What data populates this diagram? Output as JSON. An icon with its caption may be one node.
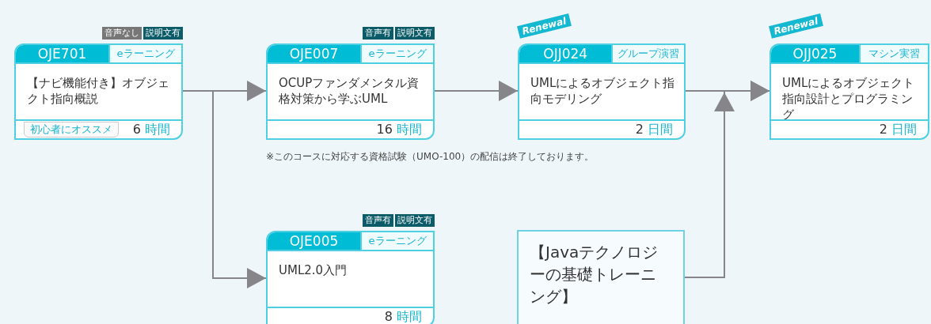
{
  "diagram": {
    "nodes": [
      {
        "text": [
          "OJE701",
          "eラーニング",
          "【ナビ機能付き】オブジェクト指向概説",
          "6時間",
          "初心者にオススメ"
        ],
        "beside": [
          "音声なし",
          "説明文有"
        ]
      },
      {
        "text": [
          "OJE007",
          "eラーニング",
          "OCUPファンダメンタル資格対策から学ぶUML",
          "16時間"
        ],
        "beside": [
          "音声有",
          "説明文有"
        ]
      },
      {
        "text": [
          "OJJ024",
          "グループ演習",
          "UMLによるオブジェクト指向モデリング",
          "2日間"
        ],
        "beside": [
          "Renewal"
        ]
      },
      {
        "text": [
          "OJJ025",
          "マシン実習",
          "UMLによるオブジェクト指向設計とプログラミング",
          "2日間"
        ],
        "beside": [
          "Renewal"
        ]
      },
      {
        "text": [
          "OJE005",
          "eラーニング",
          "UML2.0入門",
          "8時間"
        ],
        "beside": [
          "音声有",
          "説明文有"
        ]
      },
      {
        "text": [
          "【Javaテクノロジーの基礎トレーニング】"
        ]
      }
    ],
    "edges": [
      {
        "from": 0,
        "to": 1,
        "arrow": "to"
      },
      {
        "from": 0,
        "to": 4,
        "arrow": "to"
      },
      {
        "from": 1,
        "to": 2,
        "arrow": "to"
      },
      {
        "from": 2,
        "to": 3,
        "arrow": "to"
      },
      {
        "from": 5,
        "to": 3,
        "arrow": "to"
      }
    ],
    "labels": [
      "※このコースに対応する資格試験（UMO-100）の配信は終了しております。"
    ]
  }
}
